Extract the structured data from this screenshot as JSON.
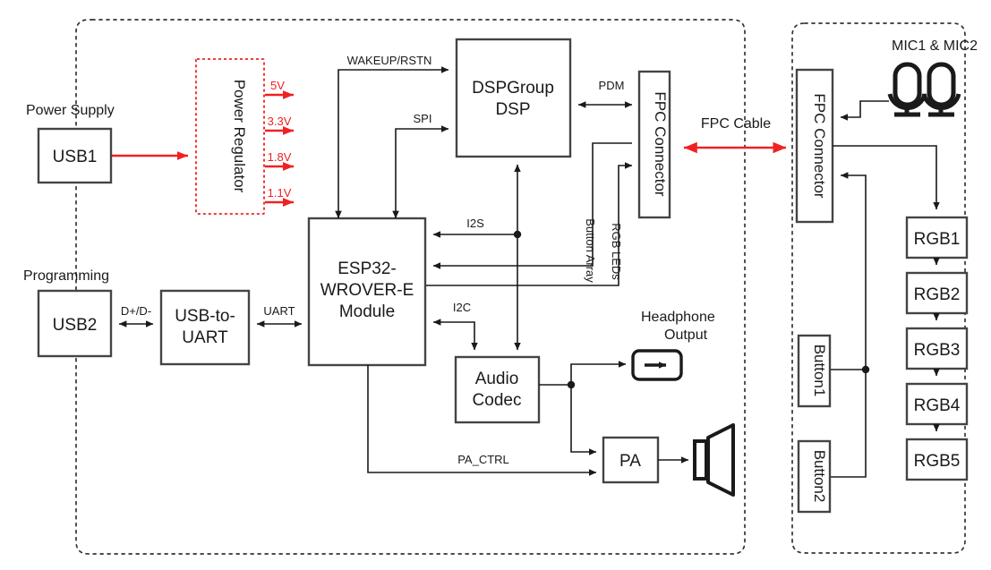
{
  "diagram": {
    "title": "ESP32 audio development board block diagram",
    "colors": {
      "red": "#ee2222",
      "box_stroke": "#444444",
      "wire": "#1a1a1a"
    },
    "sections": {
      "power_supply": "Power Supply",
      "programming": "Programming",
      "headphone_output": "Headphone\nOutput",
      "headphone_output_line1": "Headphone",
      "headphone_output_line2": "Output",
      "mics": "MIC1 & MIC2"
    },
    "blocks": {
      "usb1": "USB1",
      "usb2": "USB2",
      "power_regulator": "Power Regulator",
      "usb_to_uart_line1": "USB-to-",
      "usb_to_uart_line2": "UART",
      "esp32_line1": "ESP32-",
      "esp32_line2": "WROVER-E",
      "esp32_line3": "Module",
      "dsp_line1": "DSPGroup",
      "dsp_line2": "DSP",
      "fpc_connector_left": "FPC Connector",
      "fpc_connector_right": "FPC Connector",
      "audio_codec_line1": "Audio",
      "audio_codec_line2": "Codec",
      "pa": "PA",
      "button1": "Button1",
      "button2": "Button2",
      "rgb": [
        "RGB1",
        "RGB2",
        "RGB3",
        "RGB4",
        "RGB5"
      ]
    },
    "signals": {
      "wakeup_rstn": "WAKEUP/RSTN",
      "spi": "SPI",
      "pdm": "PDM",
      "i2s": "I2S",
      "i2c": "I2C",
      "uart": "UART",
      "dp_dm": "D+/D-",
      "pa_ctrl": "PA_CTRL",
      "button_array": "Button Array",
      "rgb_leds": "RGB LEDs",
      "fpc_cable": "FPC Cable"
    },
    "rails": [
      "5V",
      "3.3V",
      "1.8V",
      "1.1V"
    ]
  }
}
